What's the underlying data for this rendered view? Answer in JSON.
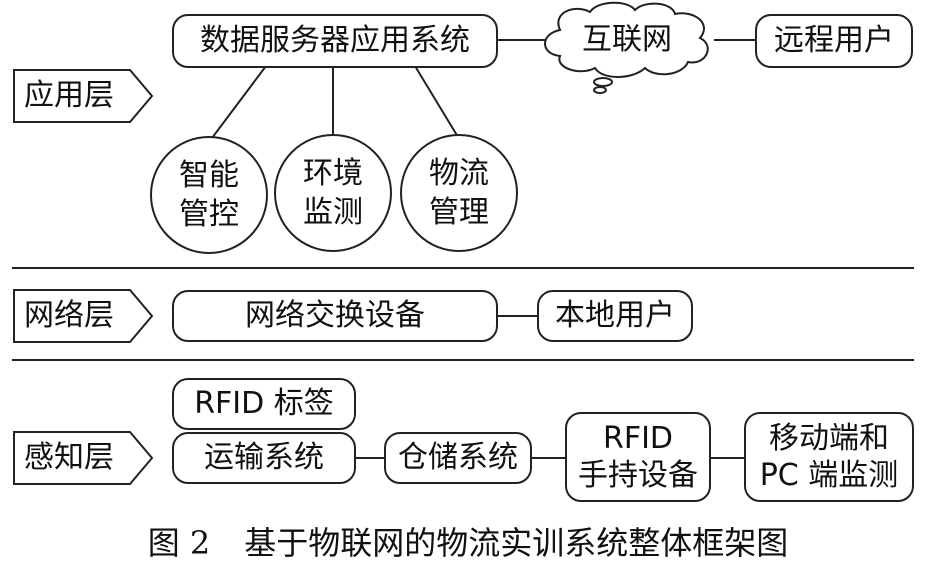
{
  "layers": {
    "application": "应用层",
    "network": "网络层",
    "perception": "感知层"
  },
  "application": {
    "server_system": "数据服务器应用系统",
    "internet": "互联网",
    "remote_user": "远程用户",
    "modules": [
      {
        "line1": "智能",
        "line2": "管控"
      },
      {
        "line1": "环境",
        "line2": "监测"
      },
      {
        "line1": "物流",
        "line2": "管理"
      }
    ]
  },
  "network": {
    "switch_device": "网络交换设备",
    "local_user": "本地用户"
  },
  "perception": {
    "rfid_tag": "RFID 标签",
    "transport_system": "运输系统",
    "warehouse_system": "仓储系统",
    "rfid_handheld_line1": "RFID",
    "rfid_handheld_line2": "手持设备",
    "mobile_pc_line1": "移动端和",
    "mobile_pc_line2": "PC 端监测"
  },
  "caption": {
    "number": "图 2",
    "text": "基于物联网的物流实训系统整体框架图"
  }
}
